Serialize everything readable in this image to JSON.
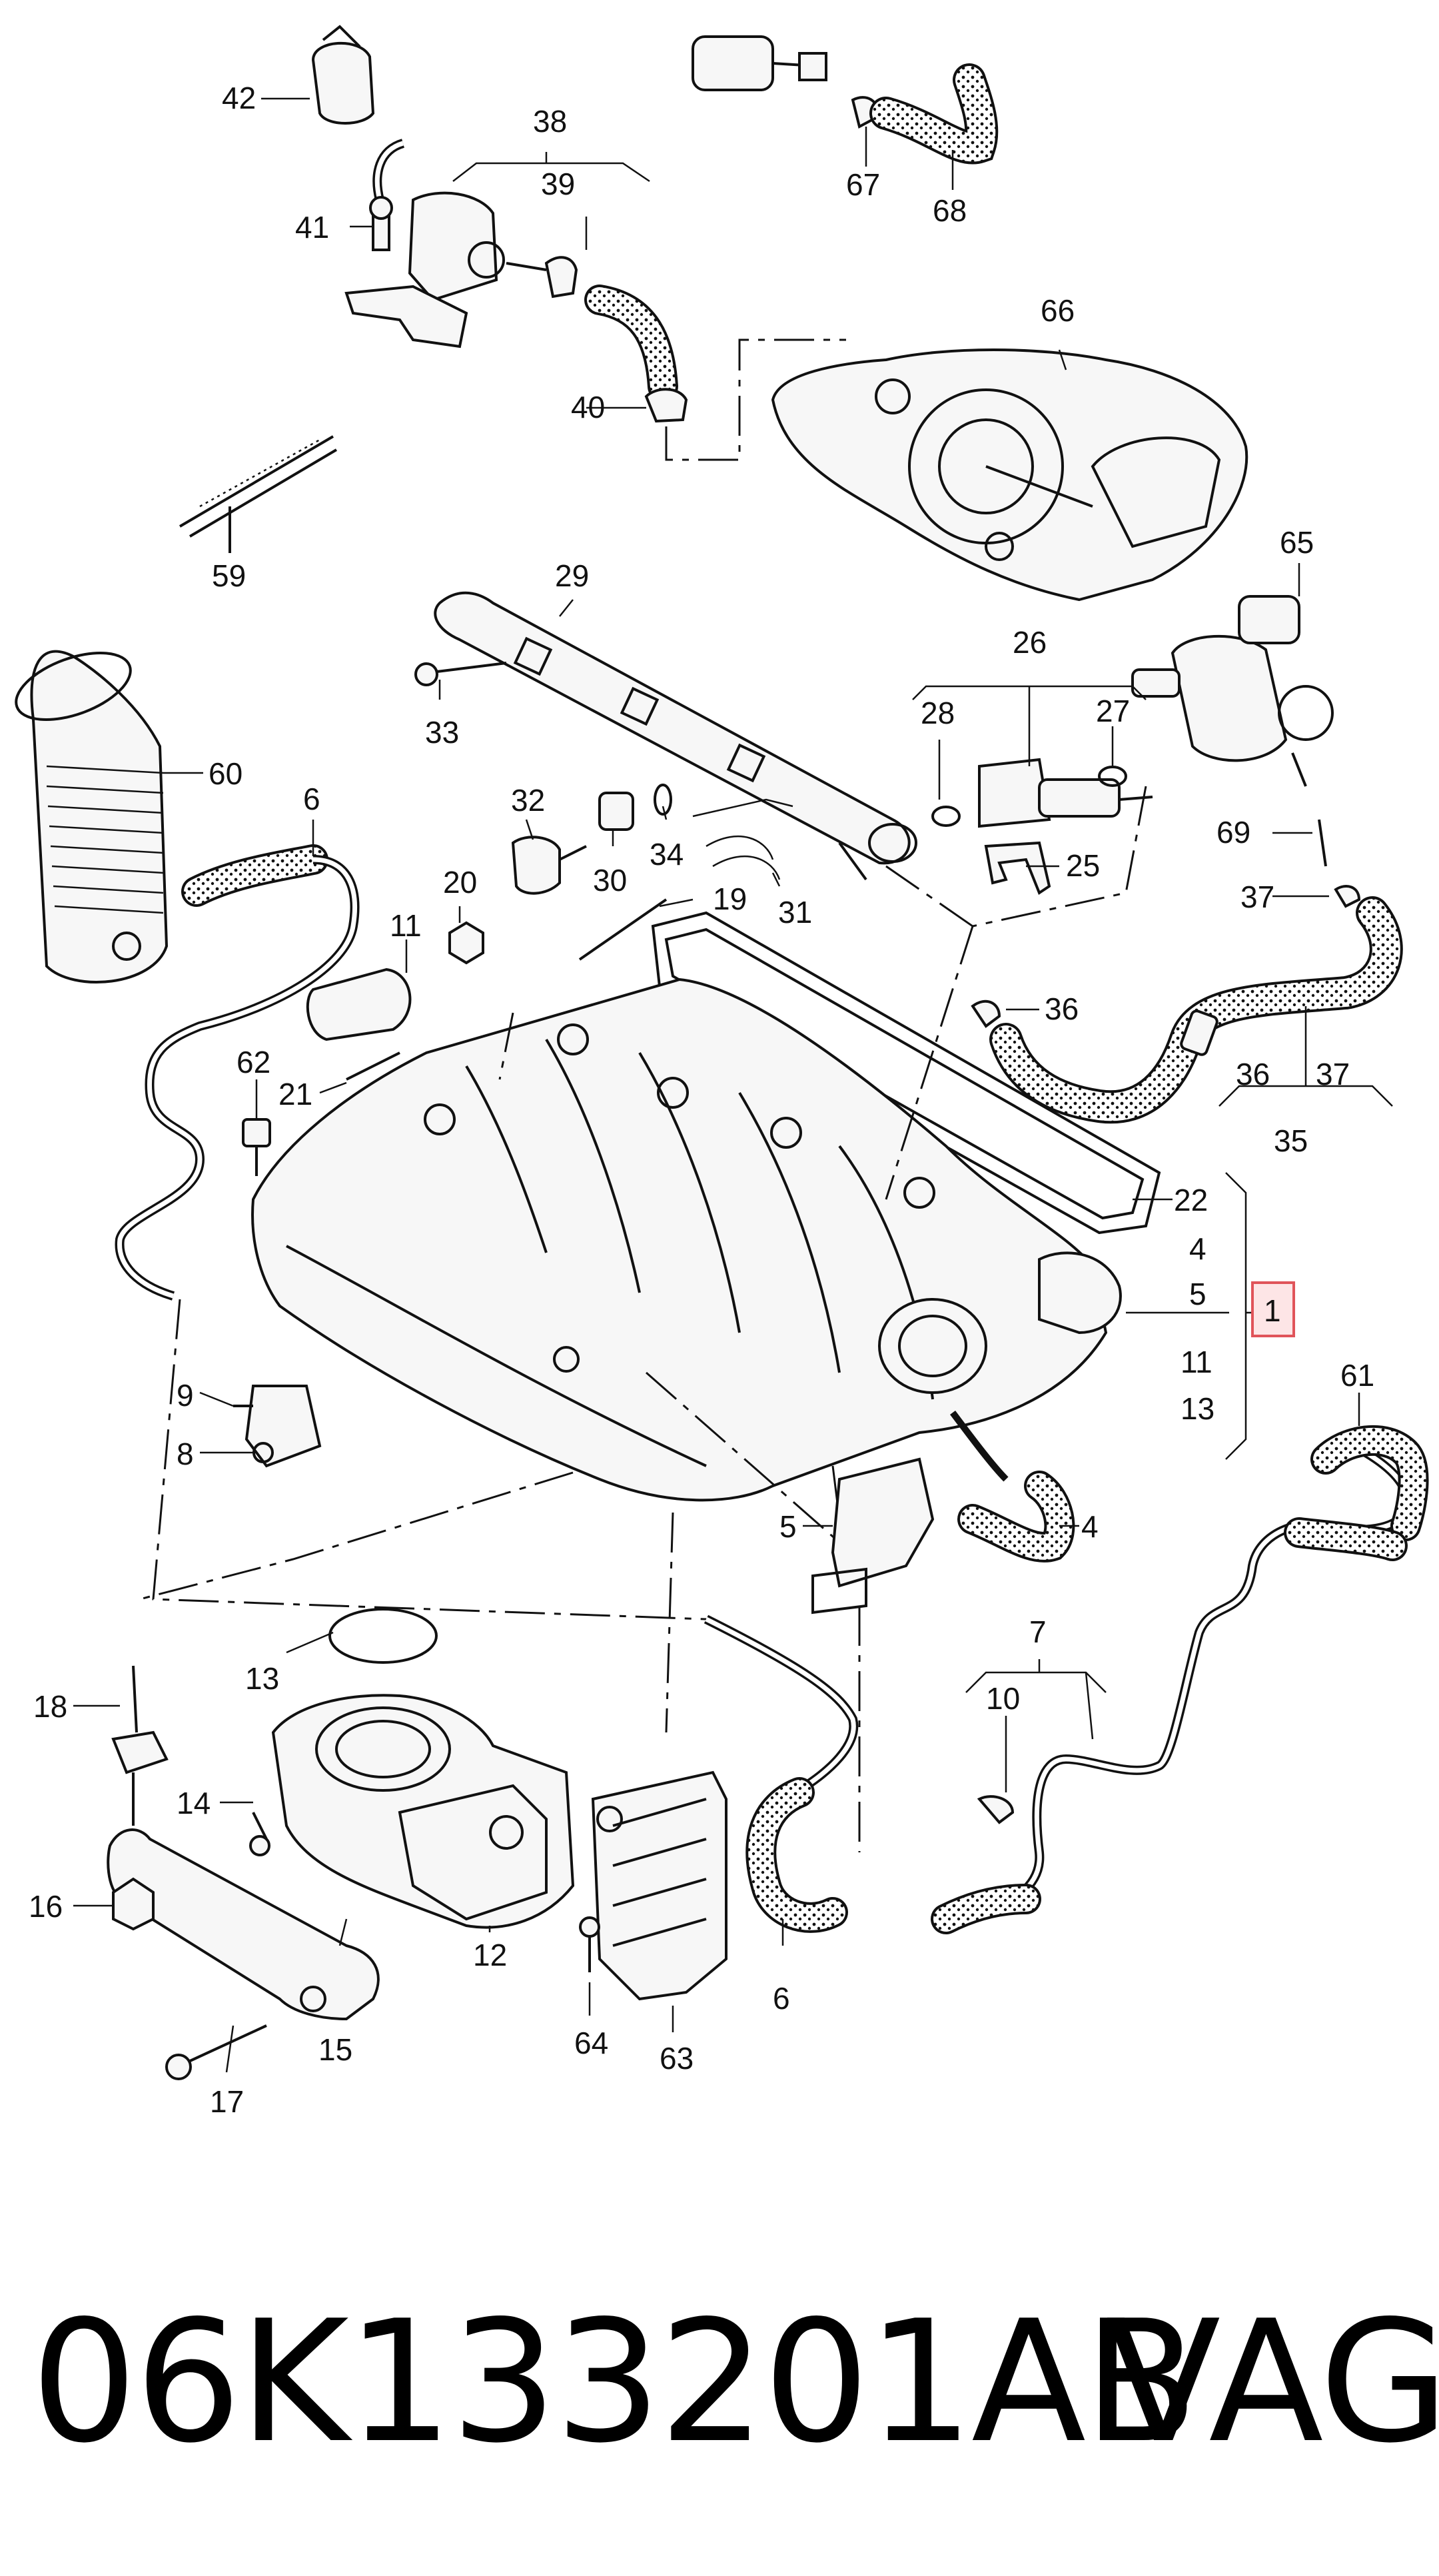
{
  "diagram": {
    "highlight_color": "#e0545a",
    "highlight_fill": "#fde5e6",
    "line_color": "#111111",
    "labels": {
      "l1": "1",
      "l4a": "4",
      "l4b": "4",
      "l5a": "5",
      "l5b": "5",
      "l6a": "6",
      "l6b": "6",
      "l7": "7",
      "l8": "8",
      "l9": "9",
      "l10": "10",
      "l11a": "11",
      "l11b": "11",
      "l12": "12",
      "l13a": "13",
      "l13b": "13",
      "l14": "14",
      "l15": "15",
      "l16": "16",
      "l17": "17",
      "l18": "18",
      "l19": "19",
      "l20": "20",
      "l21": "21",
      "l22": "22",
      "l25": "25",
      "l26": "26",
      "l27": "27",
      "l28": "28",
      "l29": "29",
      "l30": "30",
      "l31": "31",
      "l32": "32",
      "l33": "33",
      "l34": "34",
      "l35": "35",
      "l36a": "36",
      "l36b": "36",
      "l37a": "37",
      "l37b": "37",
      "l38": "38",
      "l39": "39",
      "l40": "40",
      "l41": "41",
      "l42": "42",
      "l59": "59",
      "l60": "60",
      "l61": "61",
      "l62": "62",
      "l63": "63",
      "l64": "64",
      "l65": "65",
      "l66": "66",
      "l67": "67",
      "l68": "68",
      "l69": "69"
    }
  },
  "footer": {
    "part_number": "06K133201AB",
    "brand": "VAG"
  }
}
